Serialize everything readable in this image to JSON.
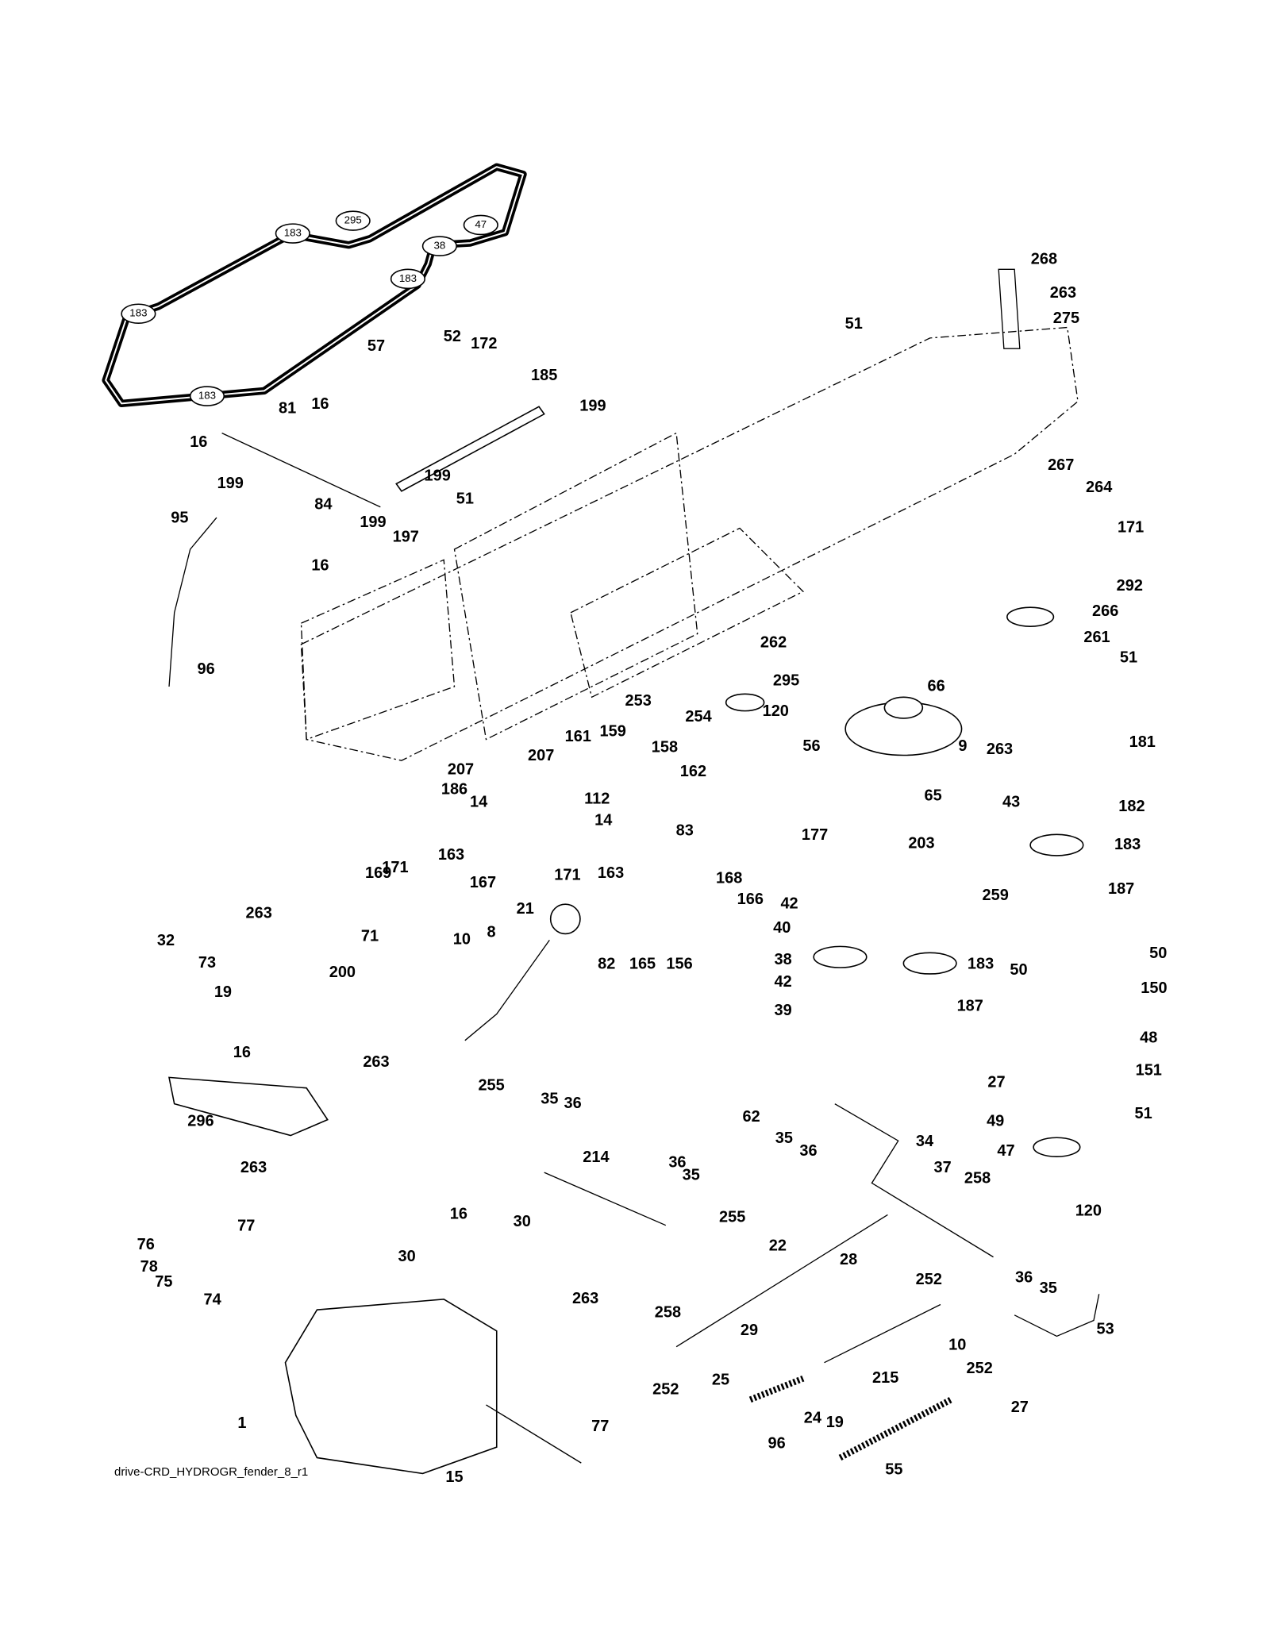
{
  "caption": "drive-CRD_HYDROGR_fender_8_r1",
  "belt_pulley_labels": [
    "183",
    "295",
    "47",
    "38",
    "183",
    "183",
    "183"
  ],
  "callouts": [
    "57",
    "52",
    "172",
    "185",
    "199",
    "81",
    "16",
    "16",
    "199",
    "84",
    "199",
    "199",
    "51",
    "197",
    "16",
    "95",
    "96",
    "51",
    "268",
    "263",
    "275",
    "267",
    "264",
    "171",
    "292",
    "266",
    "261",
    "51",
    "262",
    "295",
    "120",
    "253",
    "254",
    "66",
    "56",
    "9",
    "263",
    "181",
    "65",
    "43",
    "182",
    "203",
    "183",
    "187",
    "177",
    "259",
    "42",
    "40",
    "38",
    "183",
    "42",
    "39",
    "187",
    "161",
    "159",
    "158",
    "207",
    "207",
    "186",
    "14",
    "162",
    "112",
    "14",
    "83",
    "163",
    "163",
    "169",
    "171",
    "167",
    "171",
    "168",
    "166",
    "21",
    "8",
    "82",
    "165",
    "156",
    "263",
    "32",
    "73",
    "71",
    "200",
    "19",
    "10",
    "16",
    "263",
    "296",
    "50",
    "50",
    "150",
    "48",
    "27",
    "151",
    "49",
    "51",
    "47",
    "120",
    "255",
    "35",
    "36",
    "62",
    "35",
    "36",
    "34",
    "37",
    "214",
    "36",
    "35",
    "258",
    "255",
    "263",
    "30",
    "16",
    "30",
    "263",
    "76",
    "78",
    "75",
    "74",
    "77",
    "22",
    "28",
    "252",
    "36",
    "35",
    "53",
    "258",
    "29",
    "10",
    "252",
    "215",
    "25",
    "24",
    "19",
    "252",
    "27",
    "96",
    "55",
    "1",
    "77",
    "15"
  ]
}
